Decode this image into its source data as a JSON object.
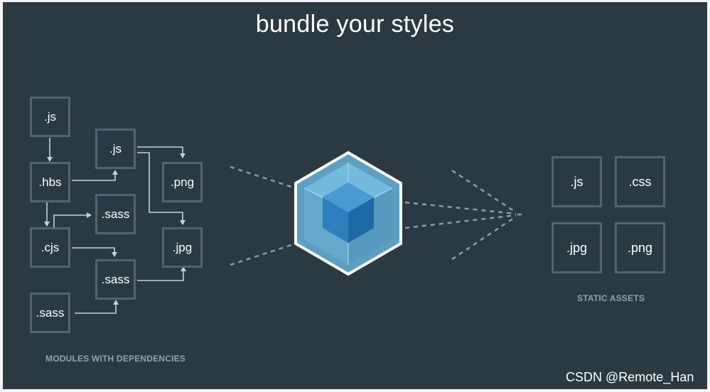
{
  "title": "bundle your styles",
  "modules": [
    ".js",
    ".hbs",
    ".cjs",
    ".sass",
    ".js",
    ".sass",
    ".sass",
    ".png",
    ".jpg"
  ],
  "modules_caption": "MODULES WITH DEPENDENCIES",
  "assets": [
    ".js",
    ".css",
    ".jpg",
    ".png"
  ],
  "assets_caption": "STATIC ASSETS",
  "watermark": "CSDN @Remote_Han",
  "colors": {
    "background": "#2b3a42",
    "box_border": "#4f6573",
    "arrow": "#b8d6e6",
    "cube_outer": "#8ed6fb",
    "cube_inner": "#1c78c0"
  }
}
